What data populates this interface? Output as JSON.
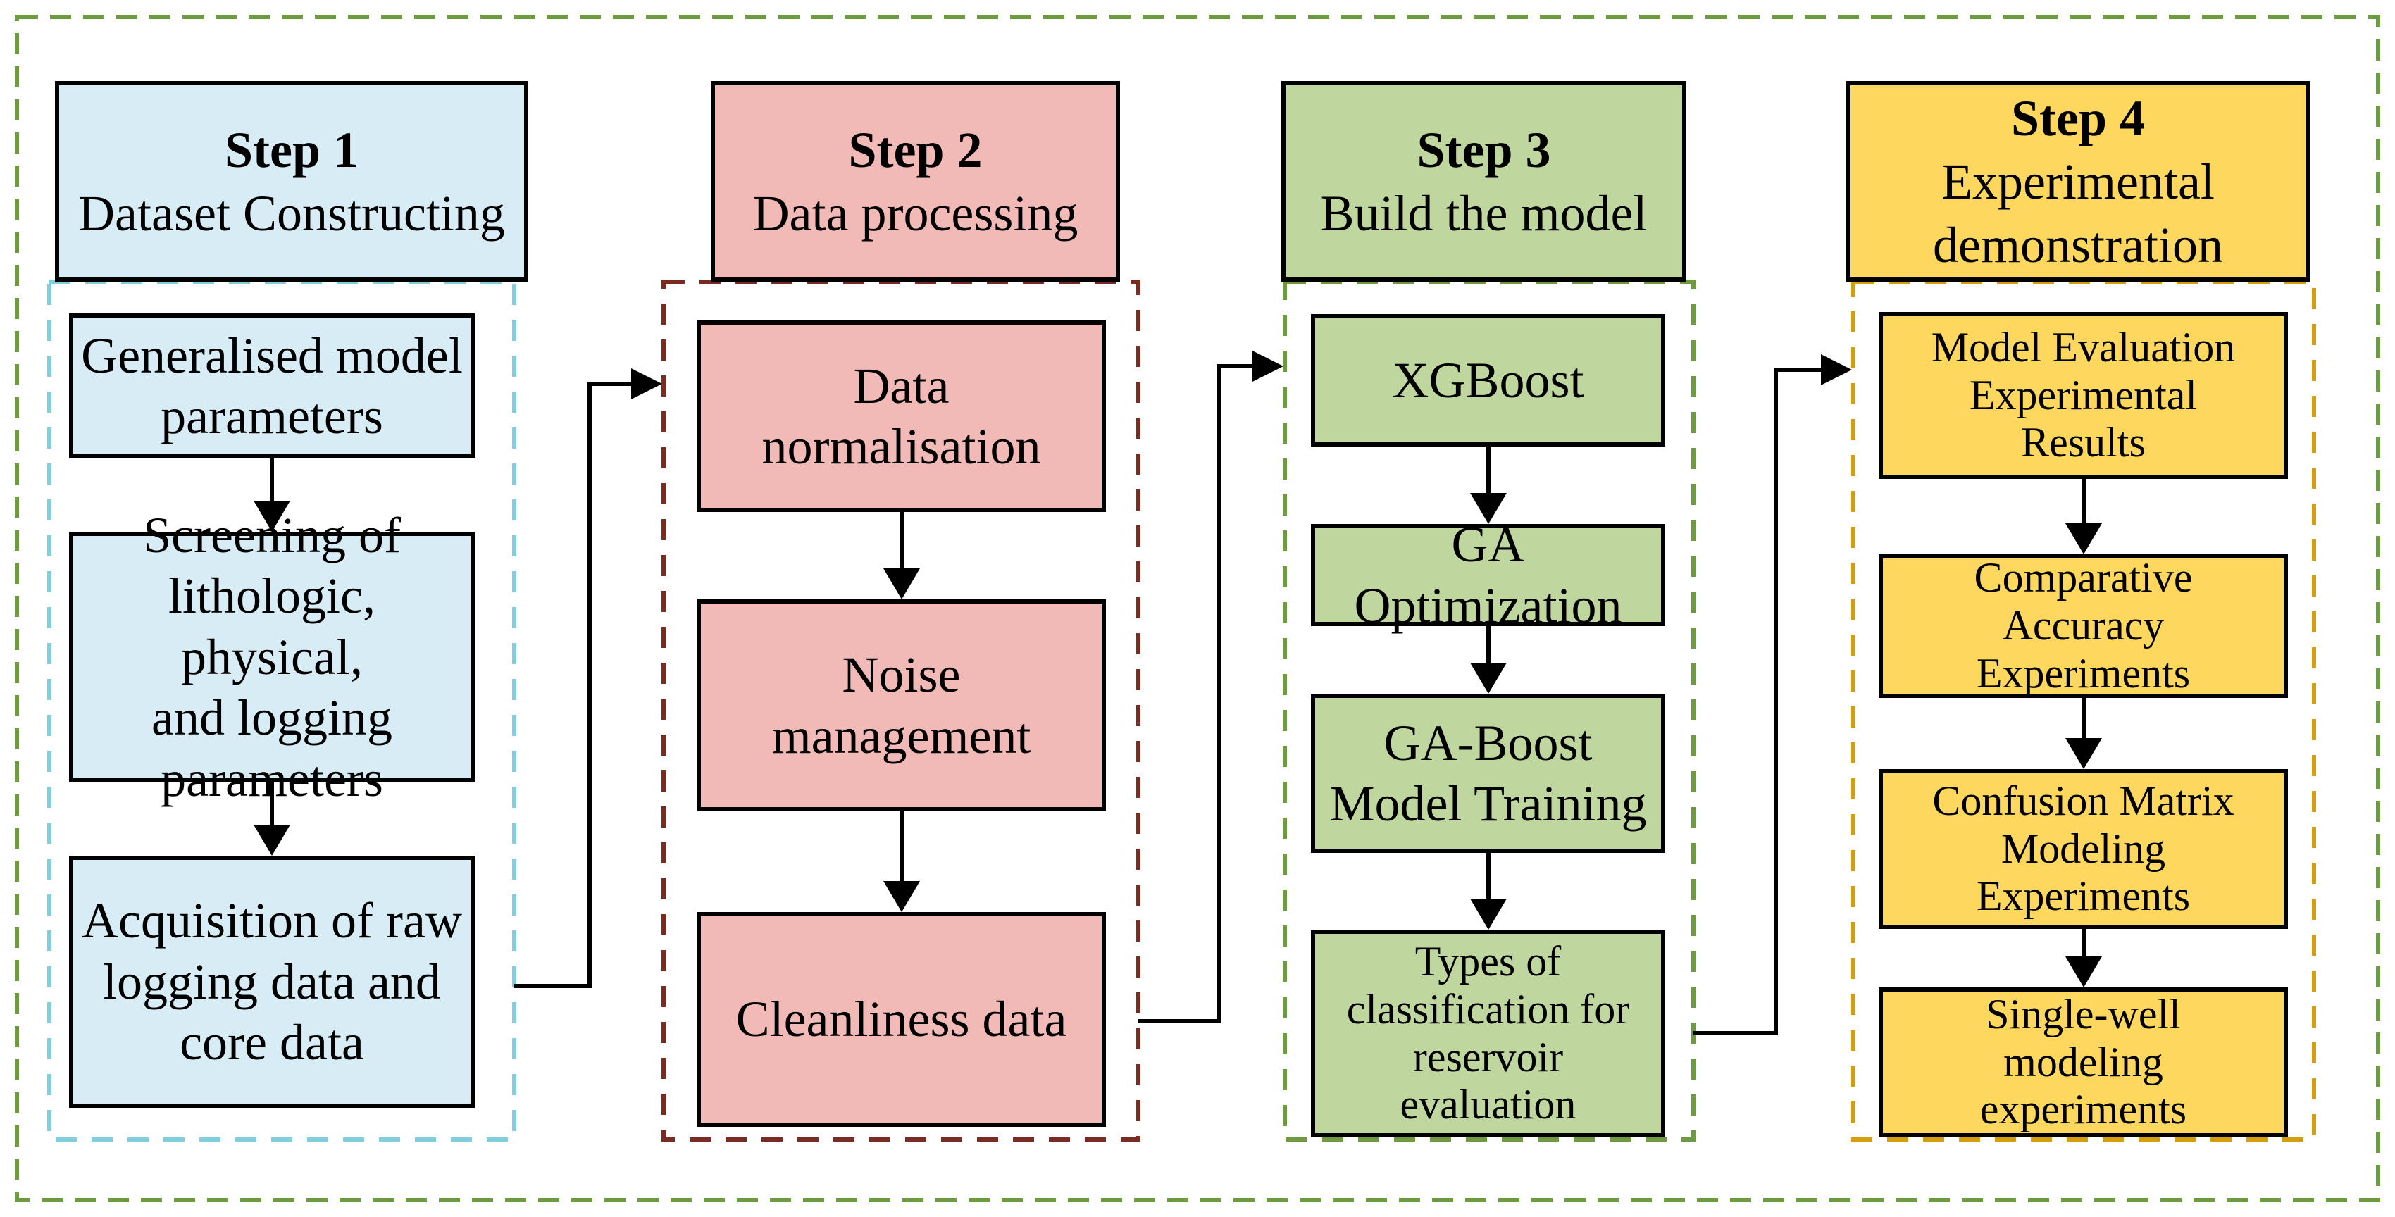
{
  "figure": {
    "type": "flowchart",
    "outer_border_color": "#6f9b40"
  },
  "columns": [
    {
      "id": "step1",
      "step_label": "Step 1",
      "step_title": "Dataset Constructing",
      "fill_color": "#d7ecf4",
      "dash_color": "#7fcfe0",
      "boxes": [
        "Generalised model\nparameters",
        "Screening of\nlithologic, physical,\nand logging\nparameters",
        "Acquisition of raw\nlogging data and\ncore data"
      ]
    },
    {
      "id": "step2",
      "step_label": "Step 2",
      "step_title": "Data processing",
      "fill_color": "#f2bab6",
      "dash_color": "#7b2b20",
      "boxes": [
        "Data\nnormalisation",
        "Noise\nmanagement",
        "Cleanliness data"
      ]
    },
    {
      "id": "step3",
      "step_label": "Step 3",
      "step_title": "Build the model",
      "fill_color": "#bfd79f",
      "dash_color": "#6f9b40",
      "boxes": [
        "XGBoost",
        "GA Optimization",
        "GA-Boost\nModel Training",
        "Types of\nclassification for\nreservoir\nevaluation"
      ]
    },
    {
      "id": "step4",
      "step_label": "Step 4",
      "step_title": "Experimental\ndemonstration",
      "fill_color": "#fdd75e",
      "dash_color": "#d69d0e",
      "boxes": [
        "Model Evaluation\nExperimental\nResults",
        "Comparative\nAccuracy\nExperiments",
        "Confusion Matrix\nModeling\nExperiments",
        "Single-well\nmodeling\nexperiments"
      ]
    }
  ]
}
